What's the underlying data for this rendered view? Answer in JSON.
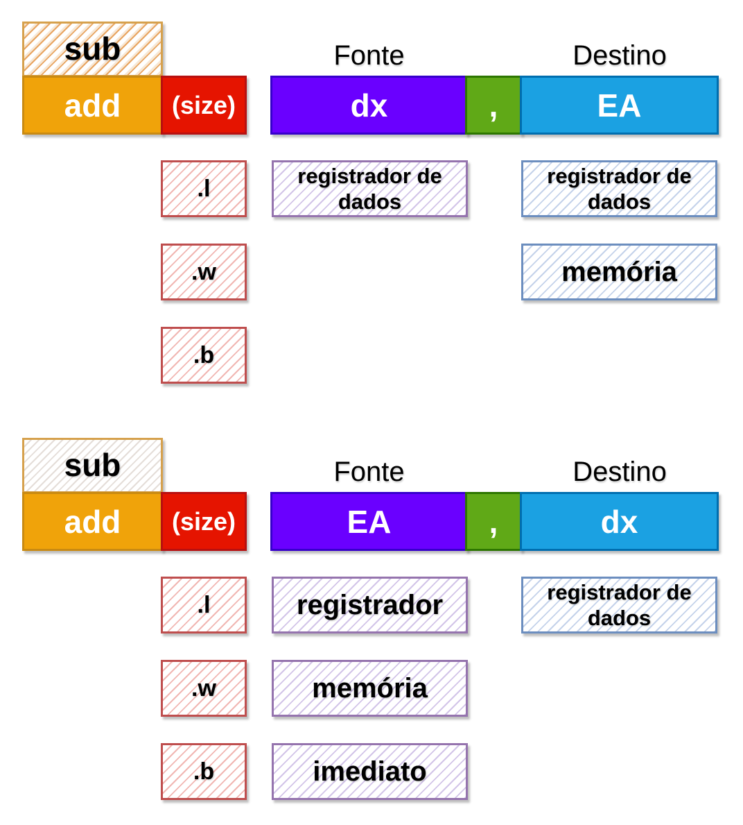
{
  "panels": [
    {
      "op_alt": "sub",
      "op": "add",
      "size": "(size)",
      "source_header": "Fonte",
      "dest_header": "Destino",
      "source": "dx",
      "comma": ",",
      "dest": "EA",
      "sizes": [
        ".l",
        ".w",
        ".b"
      ],
      "source_options": [
        "registrador de dados"
      ],
      "dest_options": [
        "registrador de dados",
        "memória"
      ]
    },
    {
      "op_alt": "sub",
      "op": "add",
      "size": "(size)",
      "source_header": "Fonte",
      "dest_header": "Destino",
      "source": "EA",
      "comma": ",",
      "dest": "dx",
      "sizes": [
        ".l",
        ".w",
        ".b"
      ],
      "source_options": [
        "registrador",
        "memória",
        "imediato"
      ],
      "dest_options": [
        "registrador de dados"
      ]
    }
  ],
  "colors": {
    "add": "#f0a30a",
    "add_border": "#c98a12",
    "size": "#e51400",
    "size_border": "#b81010",
    "source": "#6a00ff",
    "source_border": "#3700cc",
    "comma": "#60a917",
    "comma_border": "#2d7600",
    "dest": "#1ba1e2",
    "dest_border": "#006eaf"
  }
}
